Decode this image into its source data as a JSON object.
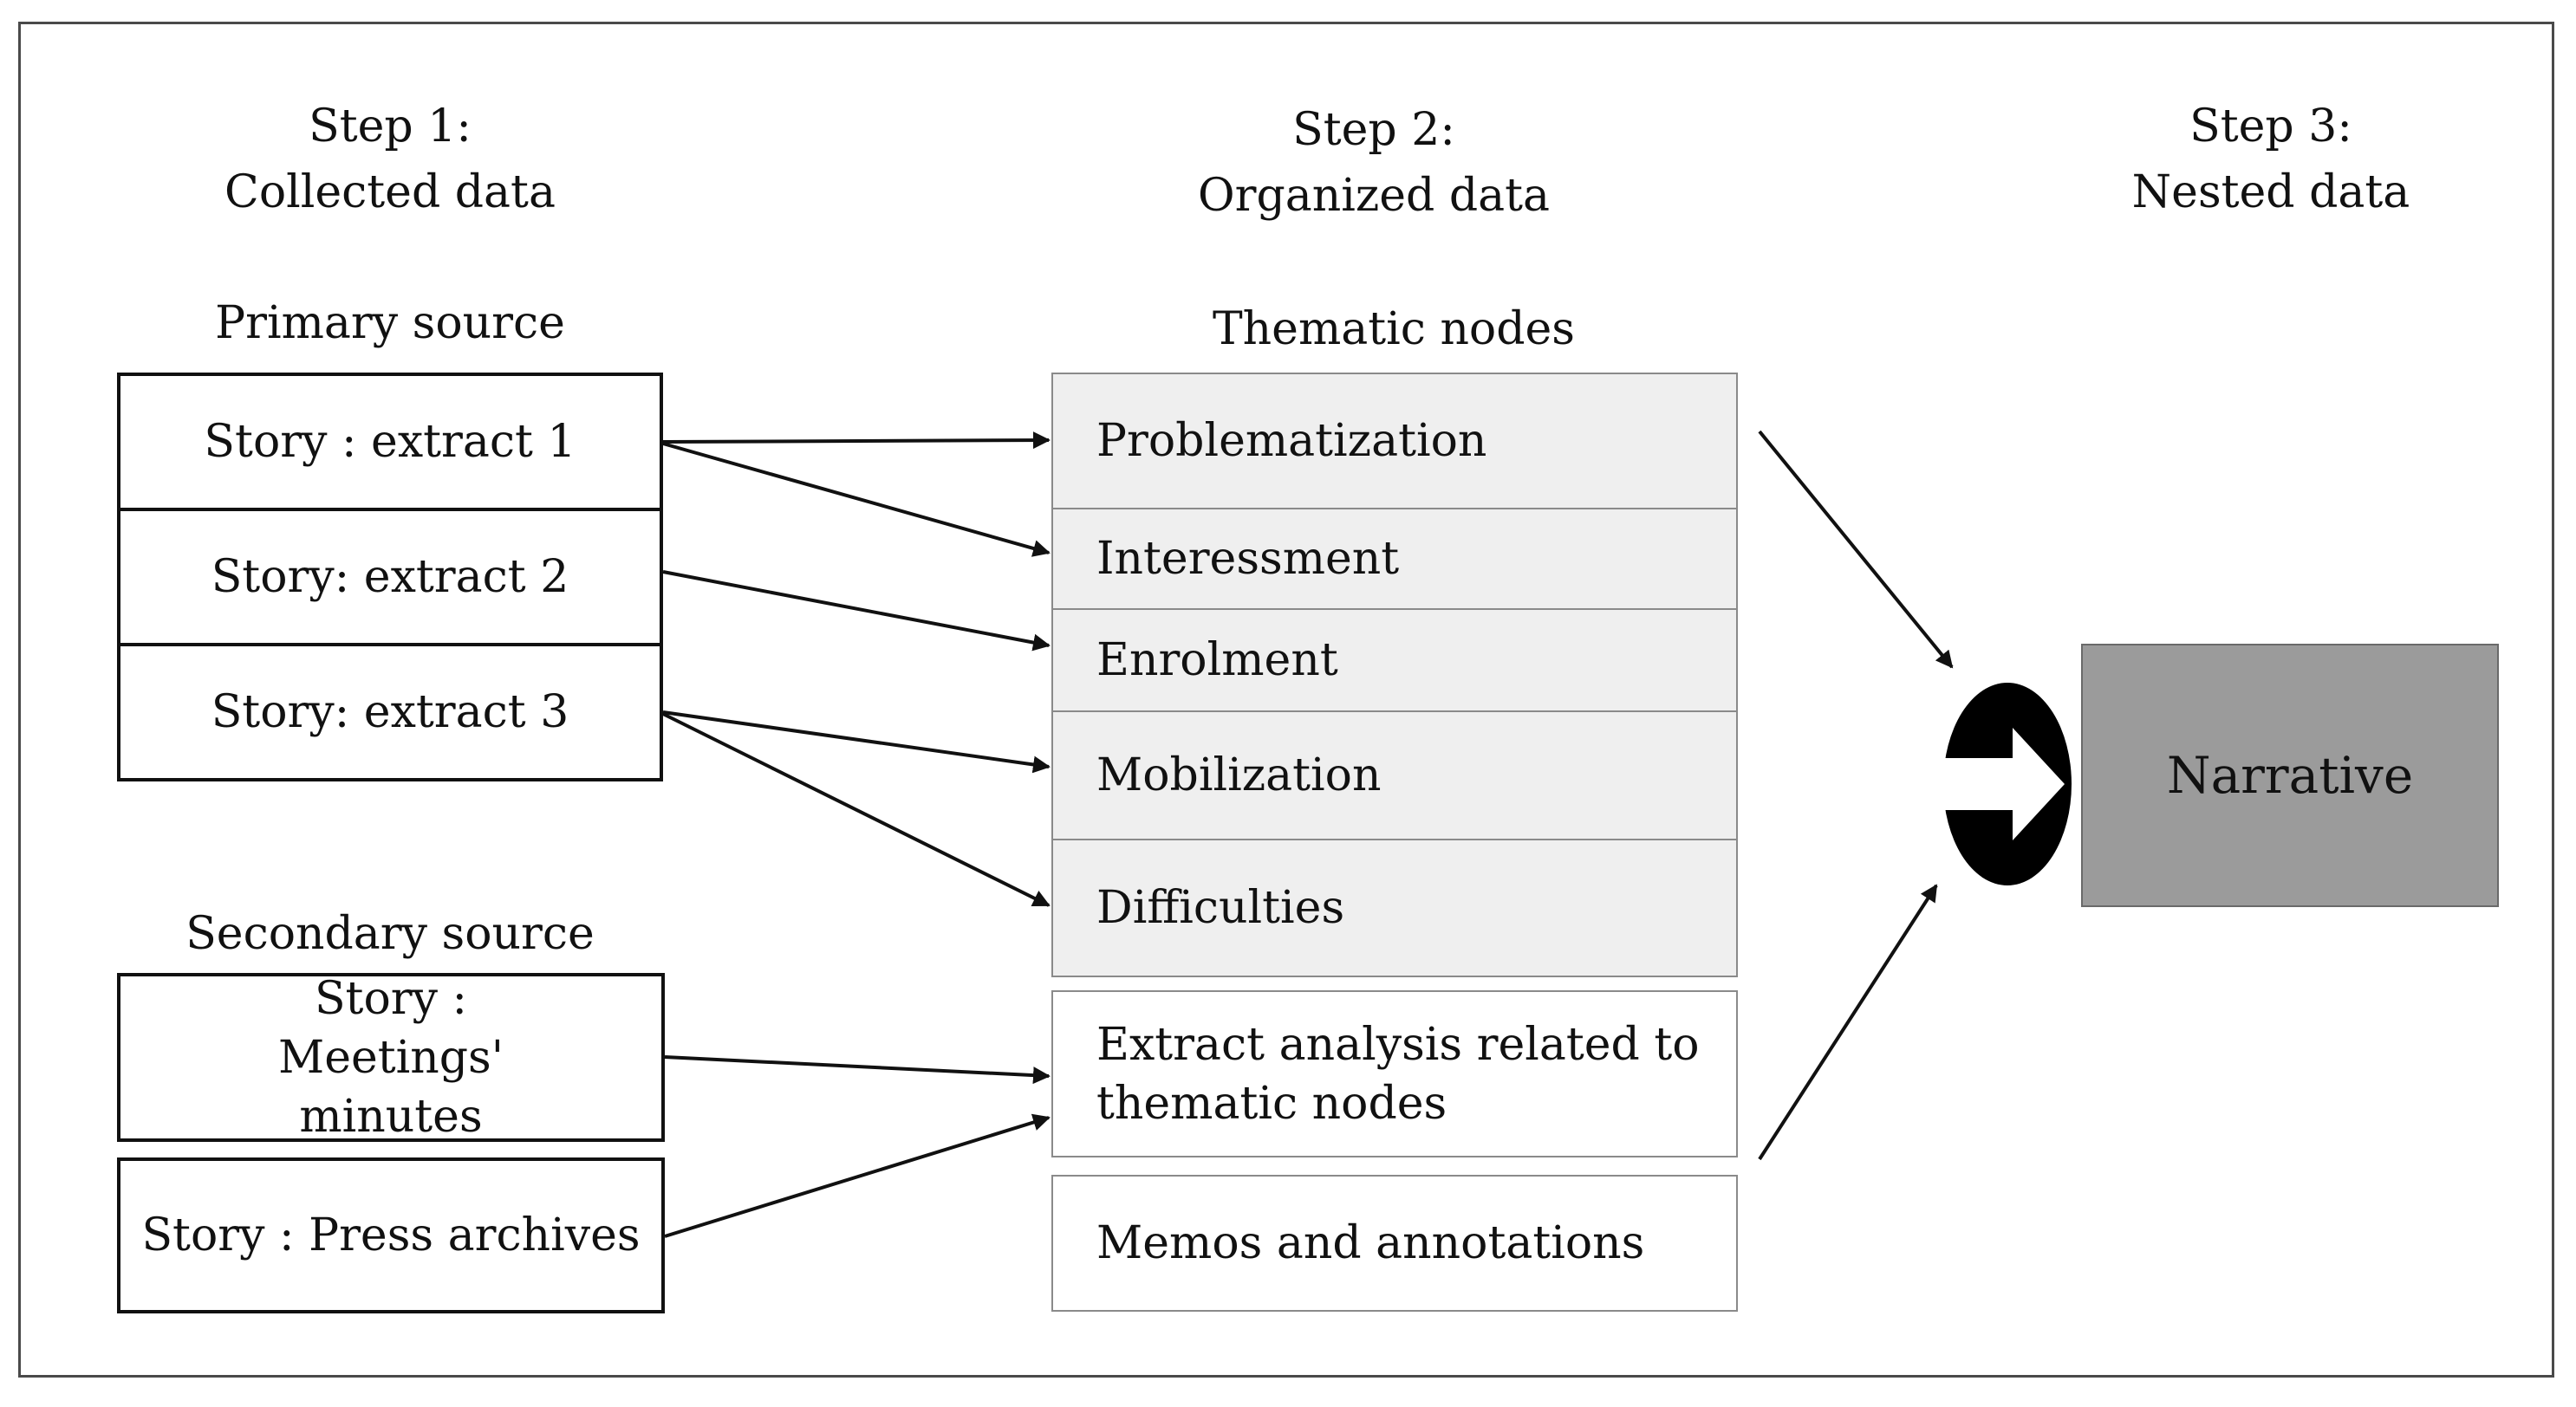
{
  "steps": [
    {
      "line1": "Step 1:",
      "line2": "Collected data"
    },
    {
      "line1": "Step 2:",
      "line2": "Organized data"
    },
    {
      "line1": "Step 3:",
      "line2": "Nested data"
    }
  ],
  "labels": {
    "primary": "Primary source",
    "secondary": "Secondary source",
    "thematic": "Thematic nodes"
  },
  "primary_sources": [
    "Story : extract 1",
    "Story: extract 2",
    "Story: extract 3"
  ],
  "secondary_sources": [
    "Story : Meetings' minutes",
    "Story : Press archives"
  ],
  "thematic_nodes": [
    "Problematization",
    "Interessment",
    "Enrolment",
    "Mobilization",
    "Difficulties"
  ],
  "analysis_box": "Extract analysis related to thematic nodes",
  "memos_box": "Memos and annotations",
  "narrative": "Narrative"
}
